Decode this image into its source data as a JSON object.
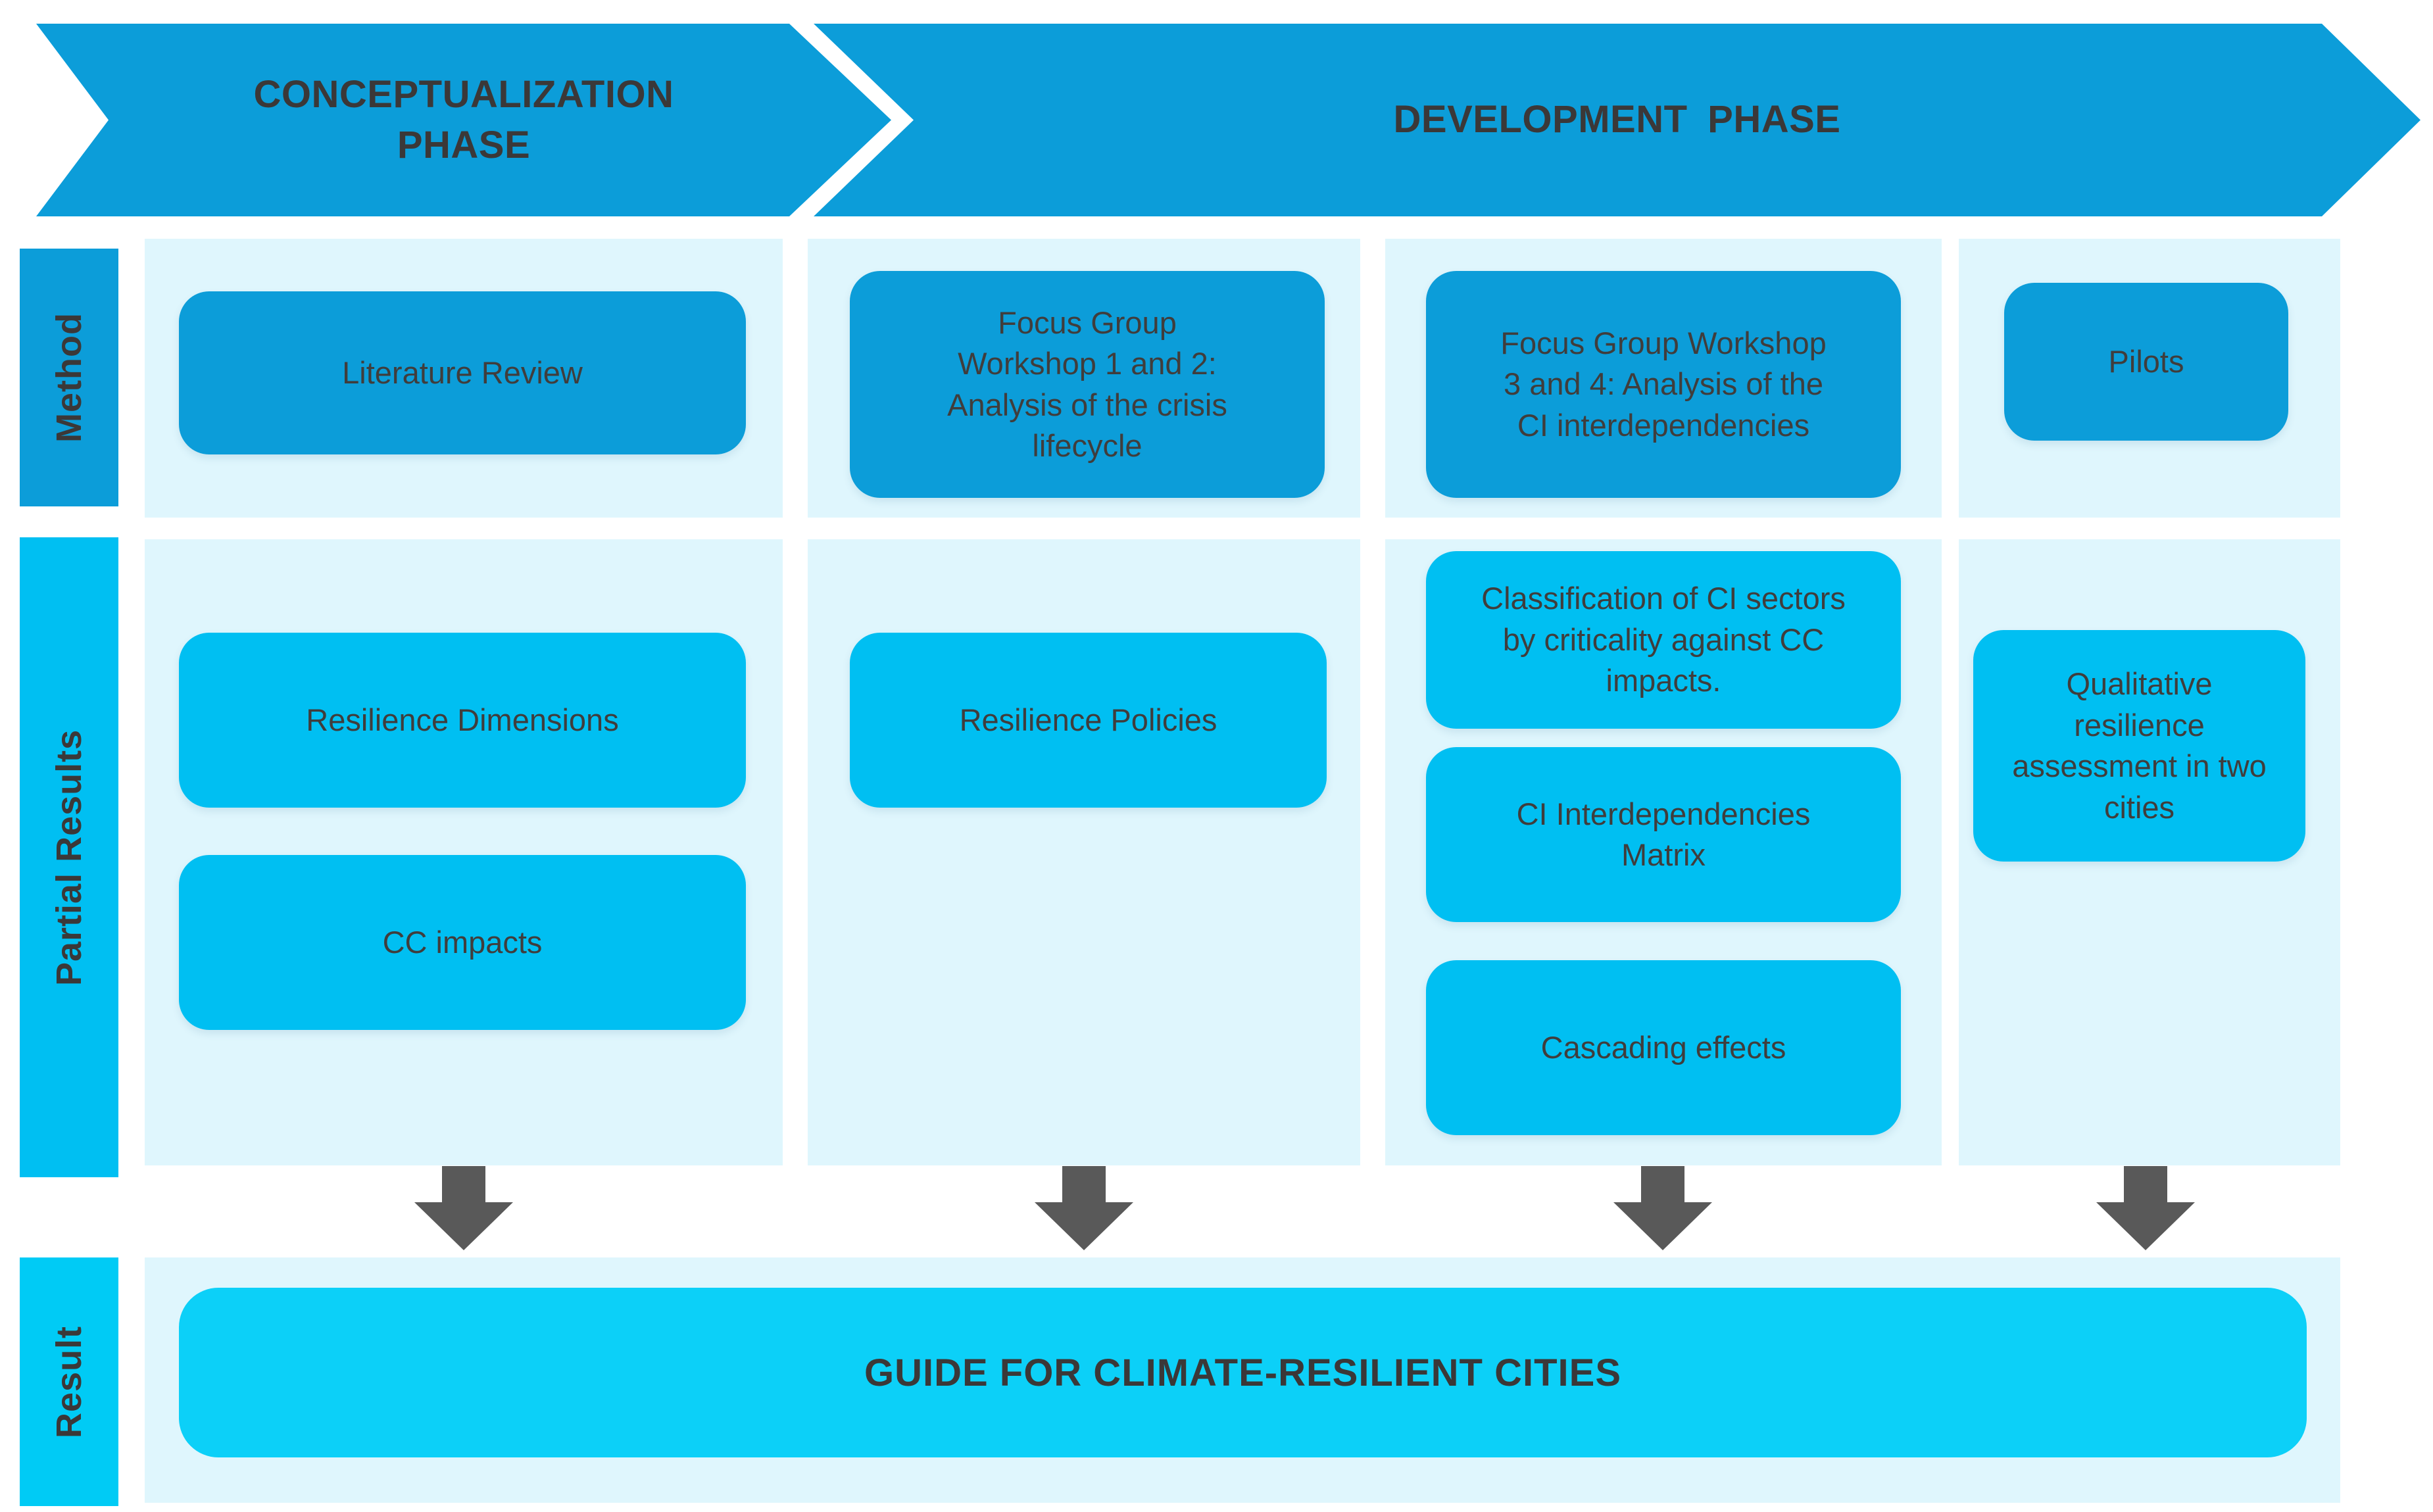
{
  "diagram": {
    "phases": [
      {
        "label": "CONCEPTUALIZATION PHASE"
      },
      {
        "label": "DEVELOPMENT PHASE"
      }
    ],
    "row_labels": {
      "method": "Method",
      "partial_results": "Partial Results",
      "result": "Result"
    },
    "methods": {
      "col1": "Literature Review",
      "col2": "Focus Group Workshop 1 and 2: Analysis of the crisis lifecycle",
      "col3": "Focus Group Workshop 3 and 4: Analysis of the CI interdependencies",
      "col4": "Pilots"
    },
    "partial_results": {
      "col1": [
        "Resilience Dimensions",
        "CC impacts"
      ],
      "col2": [
        "Resilience Policies"
      ],
      "col3": [
        "Classification of CI sectors by criticality against CC impacts.",
        "CI Interdependencies Matrix",
        "Cascading effects"
      ],
      "col4": [
        "Qualitative resilience assessment in two cities"
      ]
    },
    "result": "GUIDE FOR CLIMATE-RESILIENT CITIES",
    "colors": {
      "phase_blue": "#0C9DD9",
      "partial_cyan": "#00BFF2",
      "result_label_cyan": "#00CBF5",
      "result_bar_cyan": "#0CD0F8",
      "panel_light": "#DFF6FD",
      "arrow_gray": "#595959",
      "text_dark": "#3B3838"
    }
  }
}
